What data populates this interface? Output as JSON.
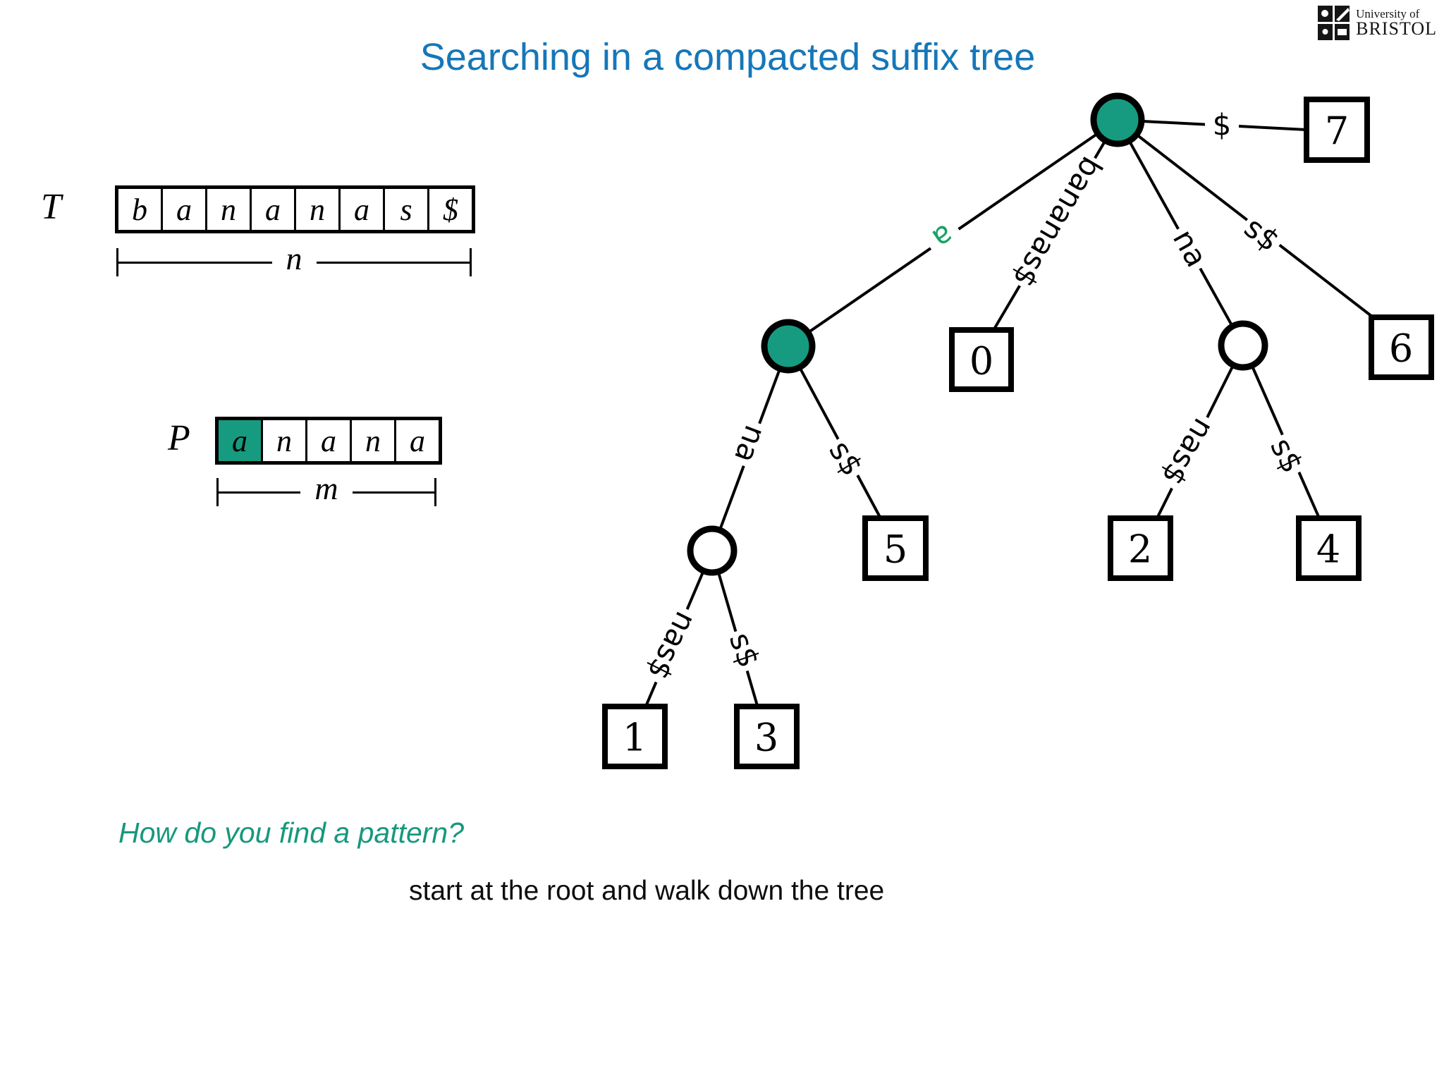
{
  "title": "Searching in a compacted suffix tree",
  "logo": {
    "line1": "University of",
    "line2": "BRISTOL"
  },
  "t_array": {
    "name": "T",
    "cells": [
      "b",
      "a",
      "n",
      "a",
      "n",
      "a",
      "s",
      "$"
    ],
    "length_label": "n"
  },
  "p_array": {
    "name": "P",
    "cells": [
      "a",
      "n",
      "a",
      "n",
      "a"
    ],
    "highlight_index": 0,
    "length_label": "m"
  },
  "question": "How do you find a pattern?",
  "answer": "start at the root and walk down the tree",
  "colors": {
    "title_blue": "#1577b9",
    "node_teal": "#169b80",
    "edge_a_green": "#18a266",
    "question_teal": "#17987d"
  },
  "tree": {
    "edges": [
      {
        "from": "root",
        "to": "node-a",
        "label": "a"
      },
      {
        "from": "root",
        "to": "leaf-0",
        "label": "bananas$"
      },
      {
        "from": "root",
        "to": "node-na",
        "label": "na"
      },
      {
        "from": "root",
        "to": "leaf-6",
        "label": "s$"
      },
      {
        "from": "root",
        "to": "leaf-7",
        "label": "$"
      },
      {
        "from": "node-a",
        "to": "node-ana",
        "label": "na"
      },
      {
        "from": "node-a",
        "to": "leaf-5",
        "label": "s$"
      },
      {
        "from": "node-ana",
        "to": "leaf-1",
        "label": "nas$"
      },
      {
        "from": "node-ana",
        "to": "leaf-3",
        "label": "s$"
      },
      {
        "from": "node-na",
        "to": "leaf-2",
        "label": "nas$"
      },
      {
        "from": "node-na",
        "to": "leaf-4",
        "label": "s$"
      }
    ],
    "leaves": [
      {
        "id": "leaf-7",
        "value": "7"
      },
      {
        "id": "leaf-0",
        "value": "0"
      },
      {
        "id": "leaf-6",
        "value": "6"
      },
      {
        "id": "leaf-5",
        "value": "5"
      },
      {
        "id": "leaf-1",
        "value": "1"
      },
      {
        "id": "leaf-3",
        "value": "3"
      },
      {
        "id": "leaf-2",
        "value": "2"
      },
      {
        "id": "leaf-4",
        "value": "4"
      }
    ]
  }
}
